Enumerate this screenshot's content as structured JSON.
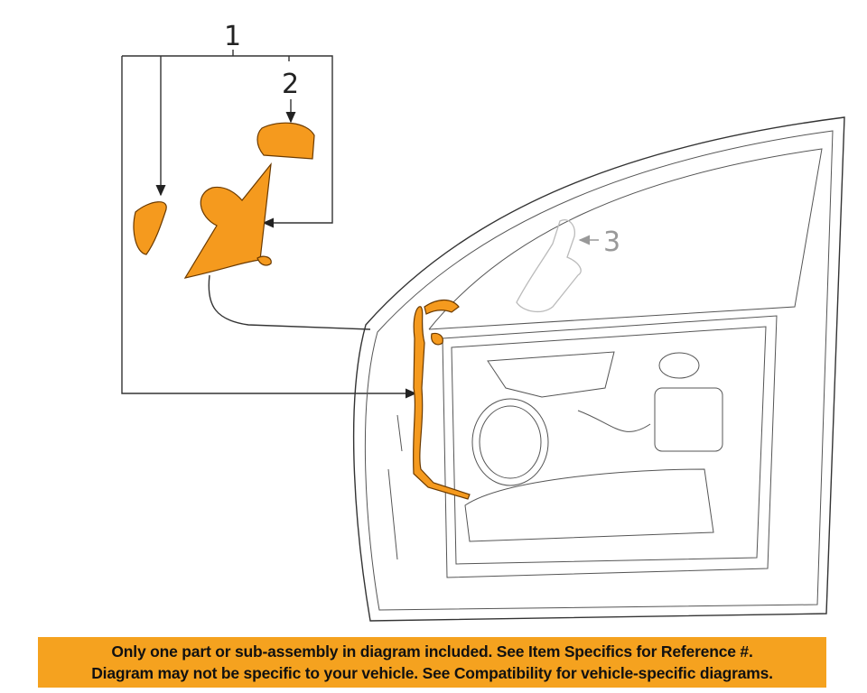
{
  "callouts": {
    "c1": "1",
    "c2": "2",
    "c3": "3"
  },
  "banner": {
    "line1": "Only one part or sub-assembly in diagram included. See Item Specifics for Reference #.",
    "line2": "Diagram may not be specific to your vehicle. See Compatibility for vehicle-specific diagrams."
  },
  "colors": {
    "part": "#F59A1E",
    "banner": "#F5A21F"
  }
}
